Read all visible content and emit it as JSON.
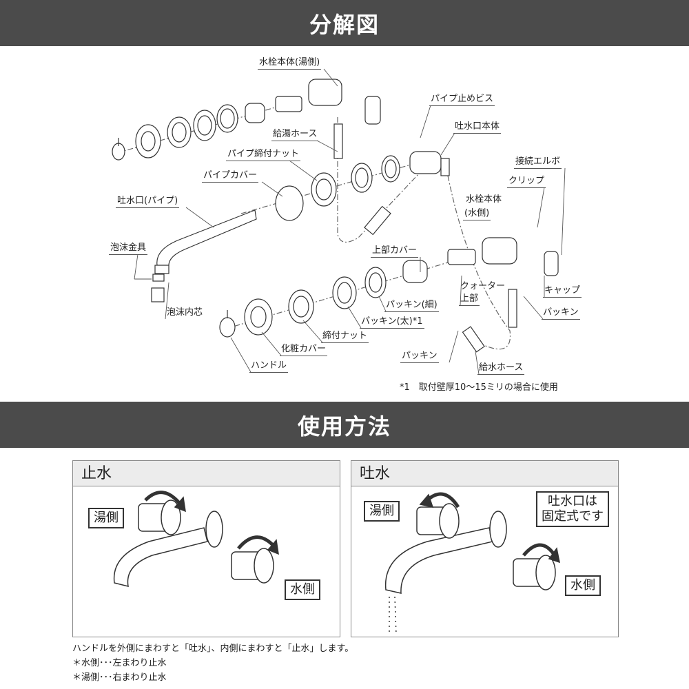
{
  "sections": {
    "exploded": "分解図",
    "usage": "使用方法"
  },
  "parts": {
    "hot_body": "水栓本体(湯側)",
    "pipe_screw": "パイプ止めビス",
    "spout_body": "吐水口本体",
    "hot_hose": "給湯ホース",
    "pipe_nut": "パイプ締付ナット",
    "elbow": "接続エルボ",
    "pipe_cover": "パイプカバー",
    "clip": "クリップ",
    "spout_pipe": "吐水口(パイプ)",
    "cold_body_1": "水栓本体",
    "cold_body_2": "(水側)",
    "aerator": "泡沫金具",
    "top_cover": "上部カバー",
    "cap": "キャップ",
    "quarter_1": "クォーター",
    "quarter_2": "上部",
    "packing_thin": "パッキン(細)",
    "aerator_core": "泡沫内芯",
    "packing_r": "パッキン",
    "packing_thick": "パッキン(太)*1",
    "nut": "締付ナット",
    "deco_cover": "化粧カバー",
    "packing_b": "パッキン",
    "handle": "ハンドル",
    "cold_hose": "給水ホース",
    "footnote": "*1　取付壁厚10～15ミリの場合に使用"
  },
  "usage": {
    "stop": {
      "title": "止水",
      "hot": "湯側",
      "cold": "水側"
    },
    "flow": {
      "title": "吐水",
      "hot": "湯側",
      "cold": "水側",
      "fixed": "吐水口は\n固定式です",
      "fixed_1": "吐水口は",
      "fixed_2": "固定式です"
    },
    "notes": [
      "ハンドルを外側にまわすと「吐水」、内側にまわすと「止水」します。",
      "＊水側･･･左まわり止水",
      "＊湯側･･･右まわり止水"
    ]
  }
}
